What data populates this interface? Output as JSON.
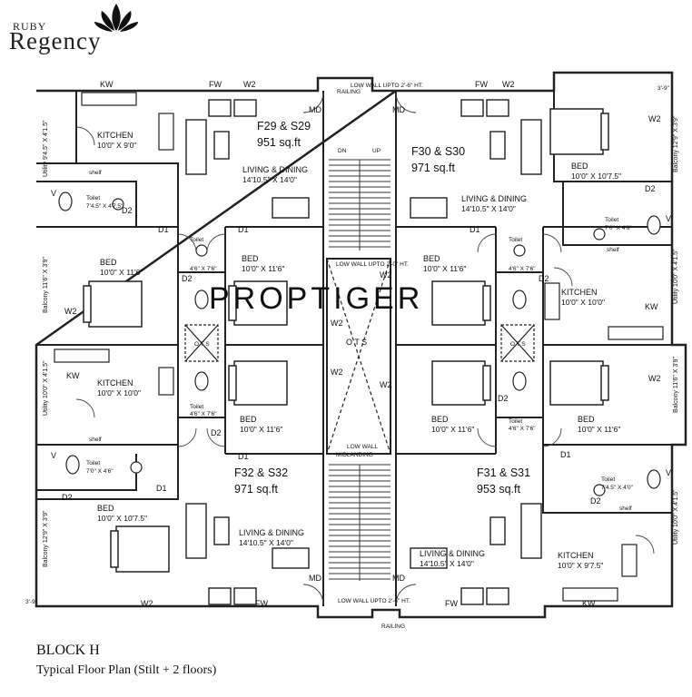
{
  "brand": {
    "line1": "RUBY",
    "line2": "Regency"
  },
  "caption": {
    "title": "BLOCK H",
    "subtitle": "Typical Floor Plan (Stilt + 2 floors)"
  },
  "watermark": "PROPTIGER",
  "units": [
    {
      "id": "f29",
      "name": "F29 & S29",
      "area": "951 sq.ft"
    },
    {
      "id": "f30",
      "name": "F30 & S30",
      "area": "971 sq.ft"
    },
    {
      "id": "f32",
      "name": "F32 & S32",
      "area": "971 sq.ft"
    },
    {
      "id": "f31",
      "name": "F31 & S31",
      "area": "953 sq.ft"
    }
  ],
  "rooms": {
    "kitchen_tl": {
      "name": "KITCHEN",
      "dim": "10'0\" X 9'0\""
    },
    "kitchen_ml": {
      "name": "KITCHEN",
      "dim": "10'0\" X 10'0\""
    },
    "kitchen_mr": {
      "name": "KITCHEN",
      "dim": "10'0\" X 10'0\""
    },
    "kitchen_br": {
      "name": "KITCHEN",
      "dim": "10'0\" X 9'7.5\""
    },
    "living_tl": {
      "name": "LIVING & DINING",
      "dim": "14'10.5\" X 14'0\""
    },
    "living_tr": {
      "name": "LIVING & DINING",
      "dim": "14'10.5\" X 14'0\""
    },
    "living_bl": {
      "name": "LIVING & DINING",
      "dim": "14'10.5\" X 14'0\""
    },
    "living_br": {
      "name": "LIVING & DINING",
      "dim": "14'10.5\" X 14'0\""
    },
    "bed_tr": {
      "name": "BED",
      "dim": "10'0\" X 10'7.5\""
    },
    "bed_l1": {
      "name": "BED",
      "dim": "10'0\" X 11'6\""
    },
    "bed_c1": {
      "name": "BED",
      "dim": "10'0\" X 11'6\""
    },
    "bed_c2": {
      "name": "BED",
      "dim": "10'0\" X 11'6\""
    },
    "bed_c3": {
      "name": "BED",
      "dim": "10'0\" X 11'6\""
    },
    "bed_c4": {
      "name": "BED",
      "dim": "10'0\" X 11'6\""
    },
    "bed_r2": {
      "name": "BED",
      "dim": "10'0\" X 11'6\""
    },
    "bed_bl": {
      "name": "BED",
      "dim": "10'0\" X 10'7.5\""
    },
    "toilet_tl": {
      "name": "Toilet",
      "dim": "7'4.5\" X 4'7.5\""
    },
    "toilet_tr": {
      "name": "Toilet",
      "dim": "7'0\" X 4'6\""
    },
    "toilet_c1": {
      "name": "Toilet",
      "dim": "4'6\" X 7'6\""
    },
    "toilet_c2": {
      "name": "Toilet",
      "dim": "4'6\" X 7'6\""
    },
    "toilet_c3": {
      "name": "Toilet",
      "dim": "4'6\" X 7'6\""
    },
    "toilet_c4": {
      "name": "Toilet",
      "dim": "4'6\" X 7'6\""
    },
    "toilet_bl": {
      "name": "Toilet",
      "dim": "7'0\" X 4'6\""
    },
    "toilet_br": {
      "name": "Toilet",
      "dim": "7'4.5\" X 4'0\""
    },
    "balcony_tr": "Balcony 12'9\" X 3'9\"",
    "balcony_ml": "Balcony 11'6\" X 3'9\"",
    "balcony_mr": "Balcony 11'6\" X 3'9\"",
    "balcony_bl": "Balcony 12'9\" X 3'9\"",
    "utility_tl": "Utility 9'4.5\" X 4'1.5\"",
    "utility_ml": "Utility 10'0\" X 4'1.5\"",
    "utility_mr": "Utility 10'0\" X 4'1.5\"",
    "utility_br": "Utility 10'0\" X 4'1.5\"",
    "ots_center": "O T S",
    "ots_small": "O T S",
    "low_wall_top": "LOW WALL UPTO 2'-6\" HT.",
    "low_wall_bottom": "LOW WALL UPTO 2'-6\" HT.",
    "low_wall_ots_top": "LOW WALL UPTO 2'-0\" HT.",
    "low_wall_ots_bottom": "LOW WALL",
    "railing": "RAILING",
    "midlanding": "MIDLANDING",
    "up": "UP",
    "dn": "DN",
    "shelf": "shelf"
  },
  "tags": {
    "kw": "KW",
    "fw": "FW",
    "w2": "W2",
    "md": "MD",
    "d1": "D1",
    "d2": "D2",
    "v": "V",
    "dim39": "3'-9\""
  }
}
